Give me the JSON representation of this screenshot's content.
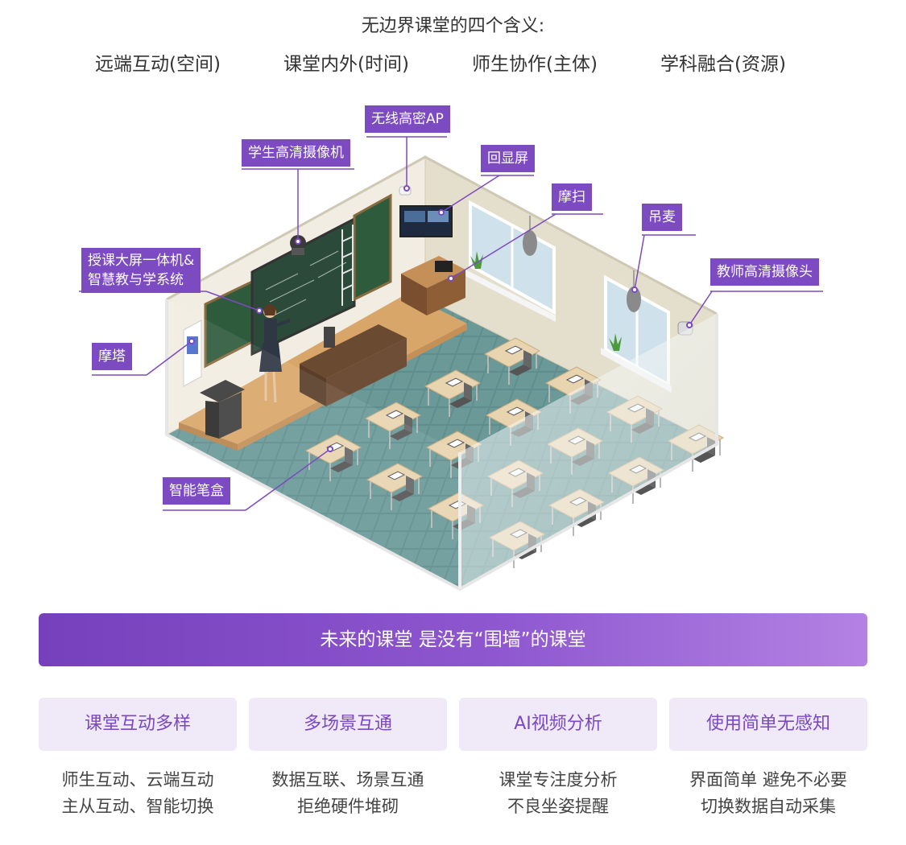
{
  "header": {
    "title": "无边界课堂的四个含义:",
    "meanings": [
      "远端互动(空间)",
      "课堂内外(时间)",
      "师生协作(主体)",
      "学科融合(资源)"
    ]
  },
  "labels": {
    "wireless_ap": "无线高密AP",
    "student_camera": "学生高清摄像机",
    "return_screen": "回显屏",
    "scanner": "摩扫",
    "hanging_mic": "吊麦",
    "teacher_camera": "教师高清摄像头",
    "big_screen_line1": "授课大屏一体机&",
    "big_screen_line2": "智慧教与学系统",
    "mota": "摩塔",
    "smart_pen_box": "智能笔盒"
  },
  "banner": "未来的课堂 是没有“围墙”的课堂",
  "features": [
    {
      "title": "课堂互动多样",
      "line1": "师生互动、云端互动",
      "line2": "主从互动、智能切换"
    },
    {
      "title": "多场景互通",
      "line1": "数据互联、场景互通",
      "line2": "拒绝硬件堆砌"
    },
    {
      "title": "AI视频分析",
      "line1": "课堂专注度分析",
      "line2": "不良坐姿提醒"
    },
    {
      "title": "使用简单无感知",
      "line1": "界面简单 避免不必要",
      "line2": "切换数据自动采集"
    }
  ],
  "colors": {
    "accent": "#7c4ac1",
    "feature_bg": "#f0e9f8",
    "floor": "#5f8e8d"
  }
}
